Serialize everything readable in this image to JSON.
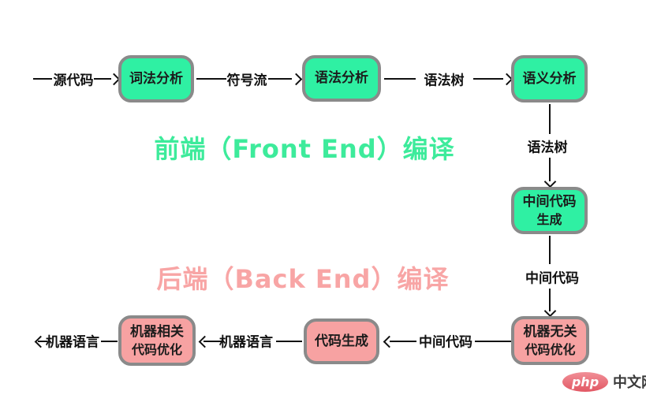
{
  "colors": {
    "green_fill": "#2ff0a3",
    "pink_fill": "#f7a2a2",
    "box_border": "#8a8a8a",
    "line_color": "#111111",
    "title_green": "#3deb9b",
    "title_pink": "#f8a5a5",
    "box_text": "#1c1c1c",
    "watermark_top": "#f18f97",
    "watermark_bottom": "#e25864"
  },
  "titles": {
    "front_end": "前端（Front End）编译",
    "back_end": "后端（Back End）编译"
  },
  "nodes": {
    "lexical": {
      "label": "词法分析"
    },
    "syntax": {
      "label": "语法分析"
    },
    "semantic": {
      "label": "语义分析"
    },
    "ir_gen": {
      "line1": "中间代码",
      "line2": "生成"
    },
    "machine_indep_opt": {
      "line1": "机器无关",
      "line2": "代码优化"
    },
    "code_gen": {
      "label": "代码生成"
    },
    "machine_dep_opt": {
      "line1": "机器相关",
      "line2": "代码优化"
    }
  },
  "edge_labels": {
    "source_code": "源代码",
    "token_stream": "符号流",
    "syntax_tree_top": "语法树",
    "syntax_tree_vertical": "语法树",
    "intermediate_code_vertical": "中间代码",
    "intermediate_code_bottom": "中间代码",
    "machine_language_mid": "机器语言",
    "machine_language_out": "机器语言"
  },
  "watermark": {
    "logo": "php",
    "site": "中文网"
  }
}
